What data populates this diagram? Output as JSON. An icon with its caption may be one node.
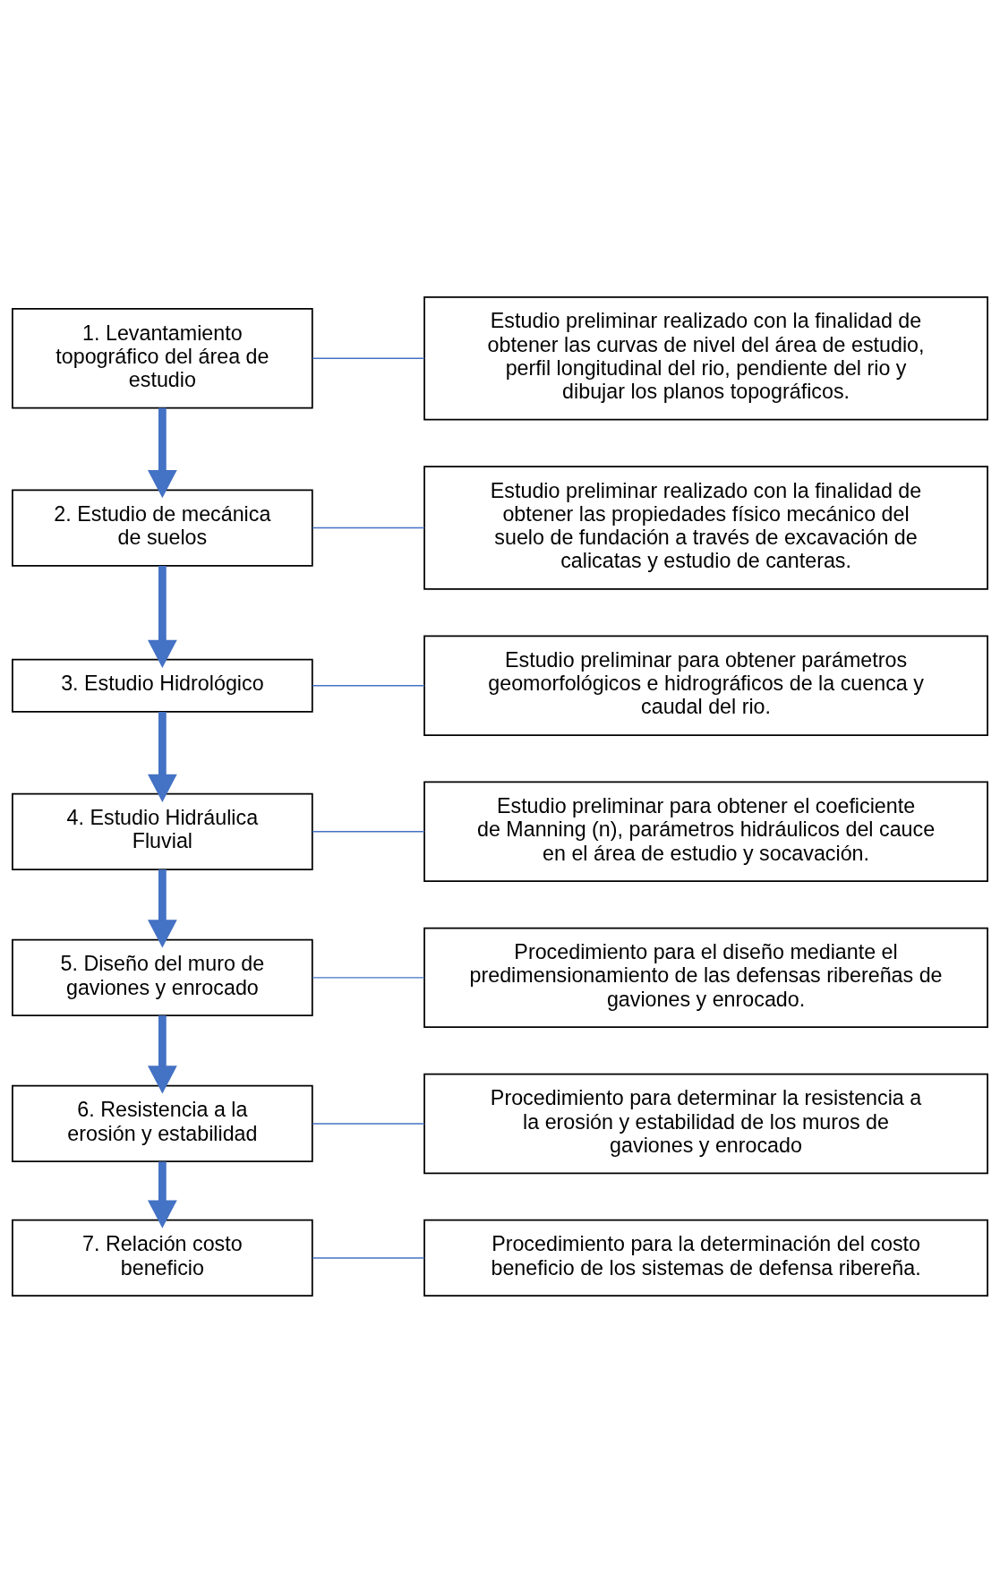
{
  "diagram": {
    "nodes": [
      {
        "text": [
          "1. Levantamiento topográfico del área de estudio"
        ]
      },
      {
        "text": [
          "Estudio preliminar realizado con la finalidad de obtener las curvas de nivel del área de estudio, perfil longitudinal del rio, pendiente del rio y dibujar los planos topográficos."
        ]
      },
      {
        "text": [
          "2. Estudio de mecánica de suelos"
        ]
      },
      {
        "text": [
          "Estudio preliminar realizado con la finalidad de obtener las propiedades físico mecánico del suelo de fundación a través de excavación de calicatas y estudio de canteras."
        ]
      },
      {
        "text": [
          "3. Estudio Hidrológico"
        ]
      },
      {
        "text": [
          "Estudio preliminar para obtener parámetros geomorfológicos e hidrográficos de la cuenca y caudal del rio."
        ]
      },
      {
        "text": [
          "4. Estudio Hidráulica Fluvial"
        ]
      },
      {
        "text": [
          "Estudio preliminar para obtener el coeficiente de Manning (n), parámetros hidráulicos del cauce en el área de estudio y socavación."
        ]
      },
      {
        "text": [
          "5. Diseño del muro de gaviones y enrocado"
        ]
      },
      {
        "text": [
          "Procedimiento para el diseño mediante el predimensionamiento de las defensas ribereñas de gaviones y enrocado."
        ]
      },
      {
        "text": [
          "6. Resistencia a la erosión y estabilidad"
        ]
      },
      {
        "text": [
          "Procedimiento para determinar la resistencia a la erosión y estabilidad de los muros de gaviones y enrocado"
        ]
      },
      {
        "text": [
          "7. Relación costo beneficio"
        ]
      },
      {
        "text": [
          "Procedimiento para la determinación del costo beneficio de los sistemas de defensa ribereña."
        ]
      }
    ],
    "edges": [
      {
        "from": 0,
        "to": 1,
        "arrow": "none"
      },
      {
        "from": 0,
        "to": 2,
        "arrow": "to",
        "style": "thick"
      },
      {
        "from": 2,
        "to": 3,
        "arrow": "none"
      },
      {
        "from": 2,
        "to": 4,
        "arrow": "to",
        "style": "thick"
      },
      {
        "from": 4,
        "to": 5,
        "arrow": "none"
      },
      {
        "from": 4,
        "to": 6,
        "arrow": "to",
        "style": "thick"
      },
      {
        "from": 6,
        "to": 7,
        "arrow": "none"
      },
      {
        "from": 6,
        "to": 8,
        "arrow": "to",
        "style": "thick"
      },
      {
        "from": 8,
        "to": 9,
        "arrow": "none"
      },
      {
        "from": 8,
        "to": 10,
        "arrow": "to",
        "style": "thick"
      },
      {
        "from": 10,
        "to": 11,
        "arrow": "none"
      },
      {
        "from": 10,
        "to": 12,
        "arrow": "to",
        "style": "thick"
      },
      {
        "from": 12,
        "to": 13,
        "arrow": "none"
      }
    ]
  }
}
